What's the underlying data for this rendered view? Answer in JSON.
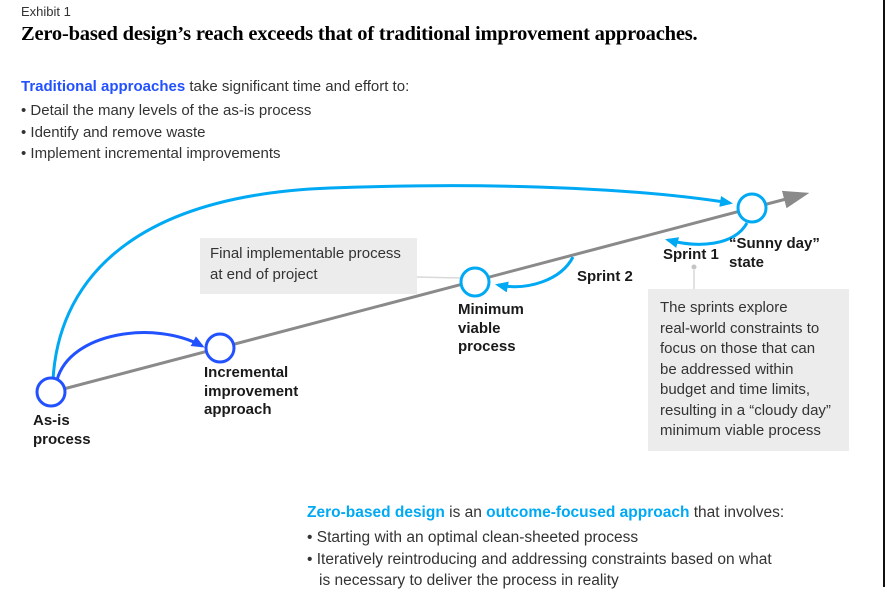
{
  "exhibit_label": "Exhibit 1",
  "title": "Zero-based design’s reach exceeds that of traditional improvement approaches.",
  "intro": {
    "highlight": "Traditional approaches",
    "rest": " take significant time and effort to:",
    "items": [
      "• Detail the many levels of the as-is process",
      "• Identify and remove waste",
      "• Implement incremental improvements"
    ]
  },
  "diagram": {
    "nodes": {
      "as_is": "As-is\nprocess",
      "incremental": "Incremental\nimprovement\napproach",
      "min_viable": "Minimum\nviable\nprocess",
      "sunny": "“Sunny day”\nstate"
    },
    "sprints": {
      "sprint1": "Sprint 1",
      "sprint2": "Sprint 2"
    },
    "callouts": {
      "final_process": "Final implementable process\nat end of project",
      "sprints_note": "The sprints explore\nreal-world constraints to\nfocus on those that can\nbe addressed within\nbudget and time limits,\nresulting in a “cloudy day”\nminimum viable process"
    }
  },
  "footer": {
    "highlight1": "Zero-based design",
    "mid": " is an ",
    "highlight2": "outcome-focused approach",
    "rest": " that involves:",
    "items": [
      "• Starting with an optimal clean-sheeted process",
      "• Iteratively reintroducing and addressing constraints based on what\nis necessary to deliver the process in reality"
    ]
  },
  "colors": {
    "accent_blue": "#2251ff",
    "accent_cyan": "#00a9f4",
    "line_gray": "#8a8a8a",
    "leader_gray": "#d9d9d9",
    "callout_bg": "#ececec",
    "text_dark": "#333333"
  }
}
